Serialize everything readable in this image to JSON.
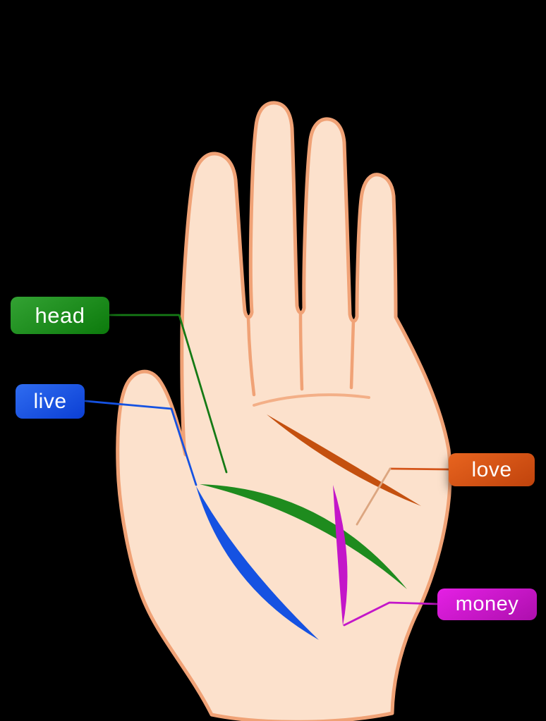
{
  "title": "Palm lines diagram",
  "labels": {
    "head": {
      "text": "head",
      "color_light": "#33a233",
      "color_dark": "#0c7a0c"
    },
    "live": {
      "text": "live",
      "color_light": "#2f6cf0",
      "color_dark": "#0b3fd4"
    },
    "love": {
      "text": "love",
      "color_light": "#e8641f",
      "color_dark": "#c0430c"
    },
    "money": {
      "text": "money",
      "color_light": "#e520e5",
      "color_dark": "#ad0fad"
    }
  },
  "label_text_color": "#ffffff",
  "lines": {
    "head": "#1e8b1e",
    "live": "#1552e2",
    "love": "#c4500f",
    "money": "#c316c9"
  },
  "connectors": {
    "head": "#157a15",
    "live": "#1552e2",
    "love": "#d4551a",
    "love_on_palm": "#dca680",
    "money": "#c316c9"
  },
  "hand": {
    "skin": "#fce1cc",
    "outline": "#f0a276",
    "crease": "#f0a276"
  },
  "background": "#000000"
}
